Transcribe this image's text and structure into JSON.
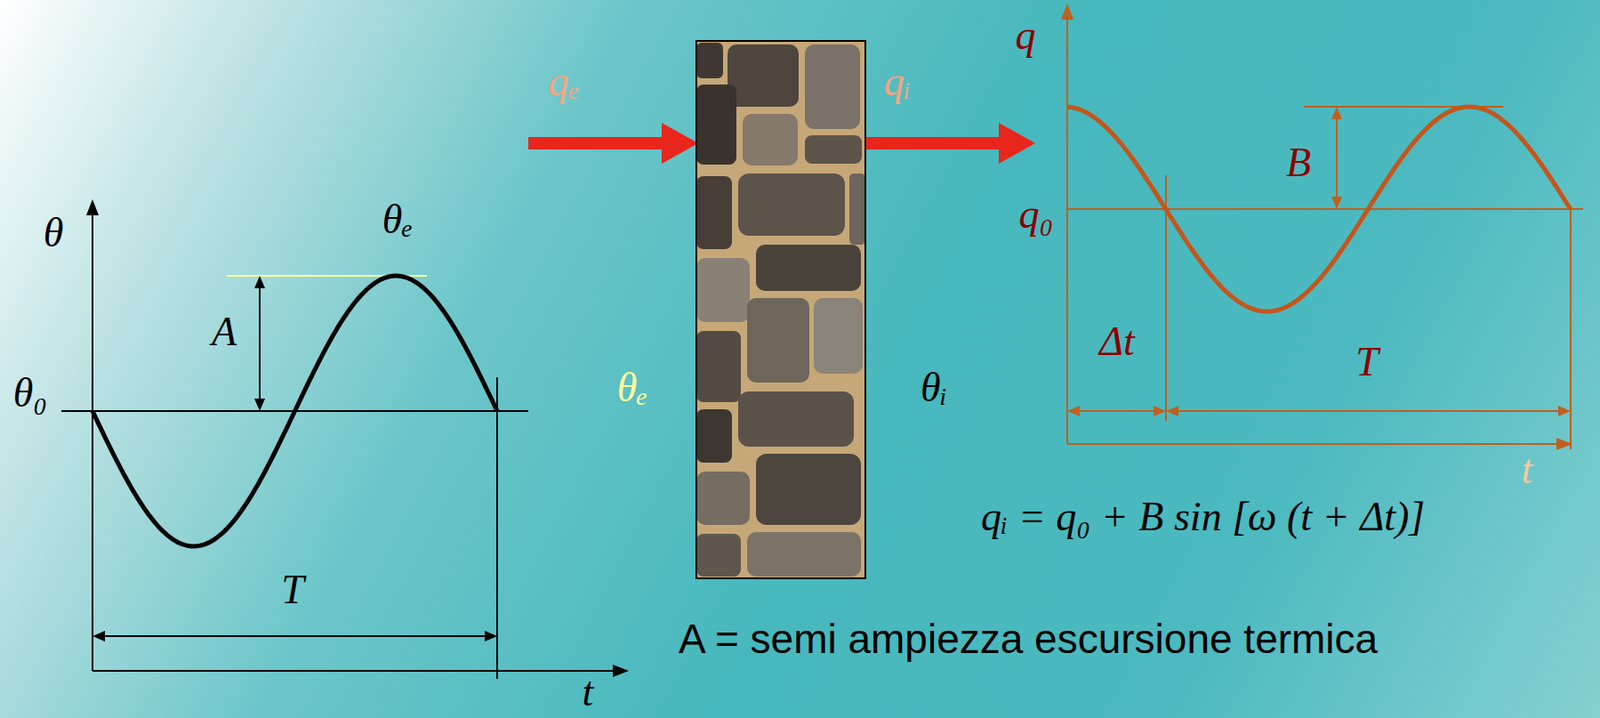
{
  "diagram": {
    "labels": [
      "θ",
      "θₑ",
      "A",
      "θ₀",
      "T",
      "t",
      "qₑ",
      "qᵢ",
      "θₑ",
      "θᵢ",
      "q",
      "B",
      "q₀",
      "Δt",
      "T",
      "t",
      "qᵢ = q₀ + B sin [ω (t + Δt)]",
      "A = semi ampiezza escursione termica"
    ]
  }
}
